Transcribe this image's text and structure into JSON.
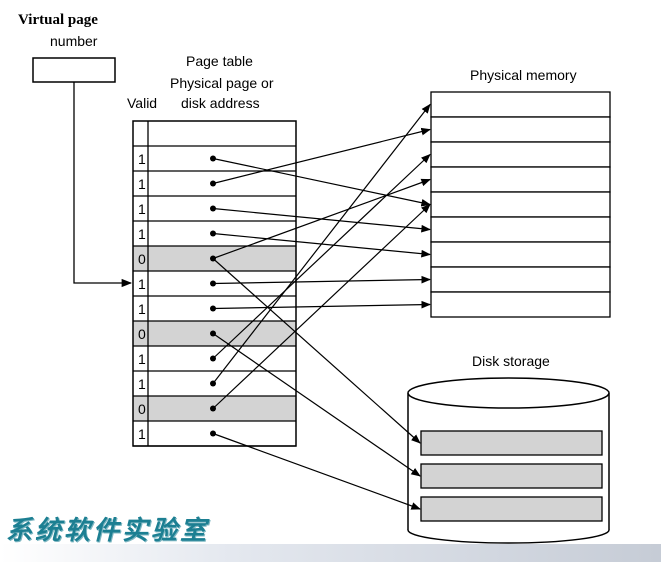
{
  "virtual_page_label": [
    "Virtual page",
    "number"
  ],
  "page_table": {
    "title": "Page table",
    "column_label": [
      "Physical page or",
      "disk address"
    ],
    "valid_label": "Valid",
    "valid_bits": [
      "1",
      "1",
      "1",
      "1",
      "0",
      "1",
      "1",
      "0",
      "1",
      "1",
      "0",
      "1"
    ]
  },
  "physical_memory_label": "Physical memory",
  "disk_storage_label": "Disk storage",
  "footer_title": "系统软件实验室",
  "colors": {
    "invalid_row": "#d3d3d3",
    "footer_text": "#1c7f92"
  }
}
